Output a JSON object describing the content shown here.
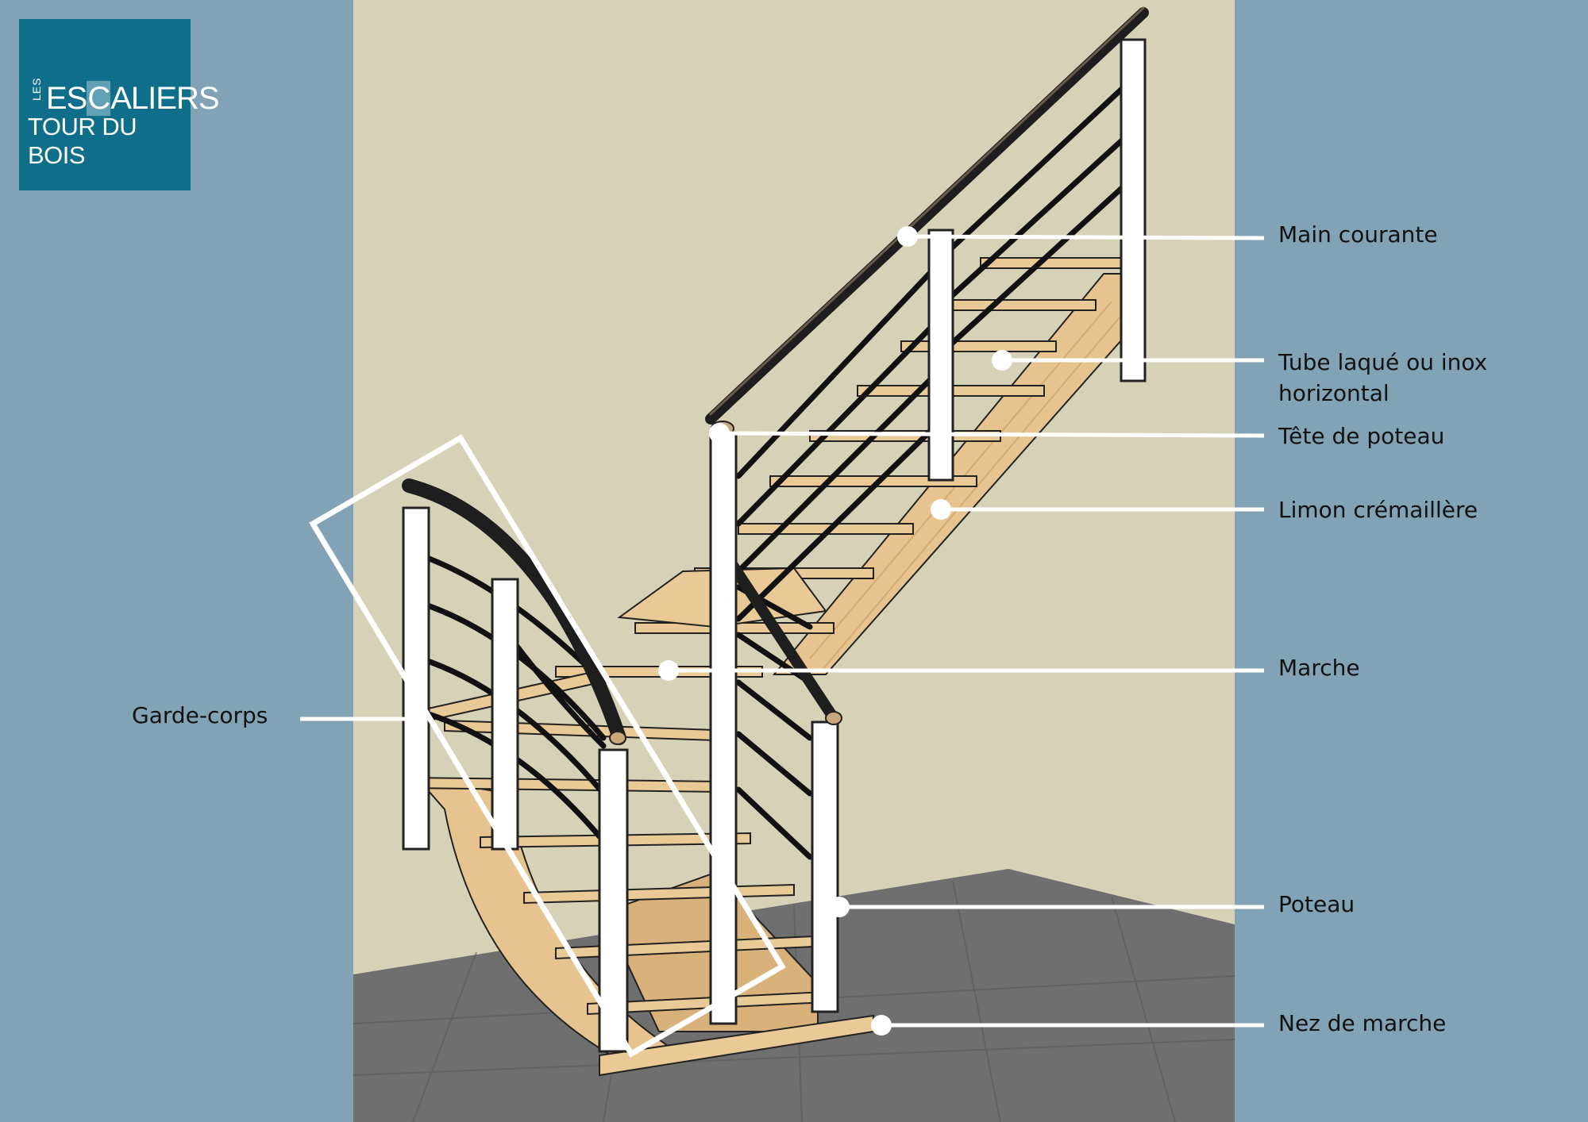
{
  "logo": {
    "prefix": "LES",
    "line1_a": "ES",
    "line1_b": "C",
    "line1_c": "ALIERS",
    "line2": "TOUR DU BOIS"
  },
  "labels": {
    "main_courante": "Main courante",
    "tube_line1": "Tube laqué ou inox",
    "tube_line2": "horizontal",
    "tete_de_poteau": "Tête de poteau",
    "limon": "Limon crémaillère",
    "marche": "Marche",
    "garde_corps": "Garde-corps",
    "poteau": "Poteau",
    "nez_de_marche": "Nez de marche"
  },
  "colors": {
    "background": "#82a2b6",
    "wall": "#d6d2b8",
    "floor": "#6f6f6f",
    "wood": "#e6c28e",
    "post": "#ffffff",
    "rail": "#1a1a1a",
    "logo_bg": "#0f6f8a",
    "leader": "#ffffff"
  }
}
